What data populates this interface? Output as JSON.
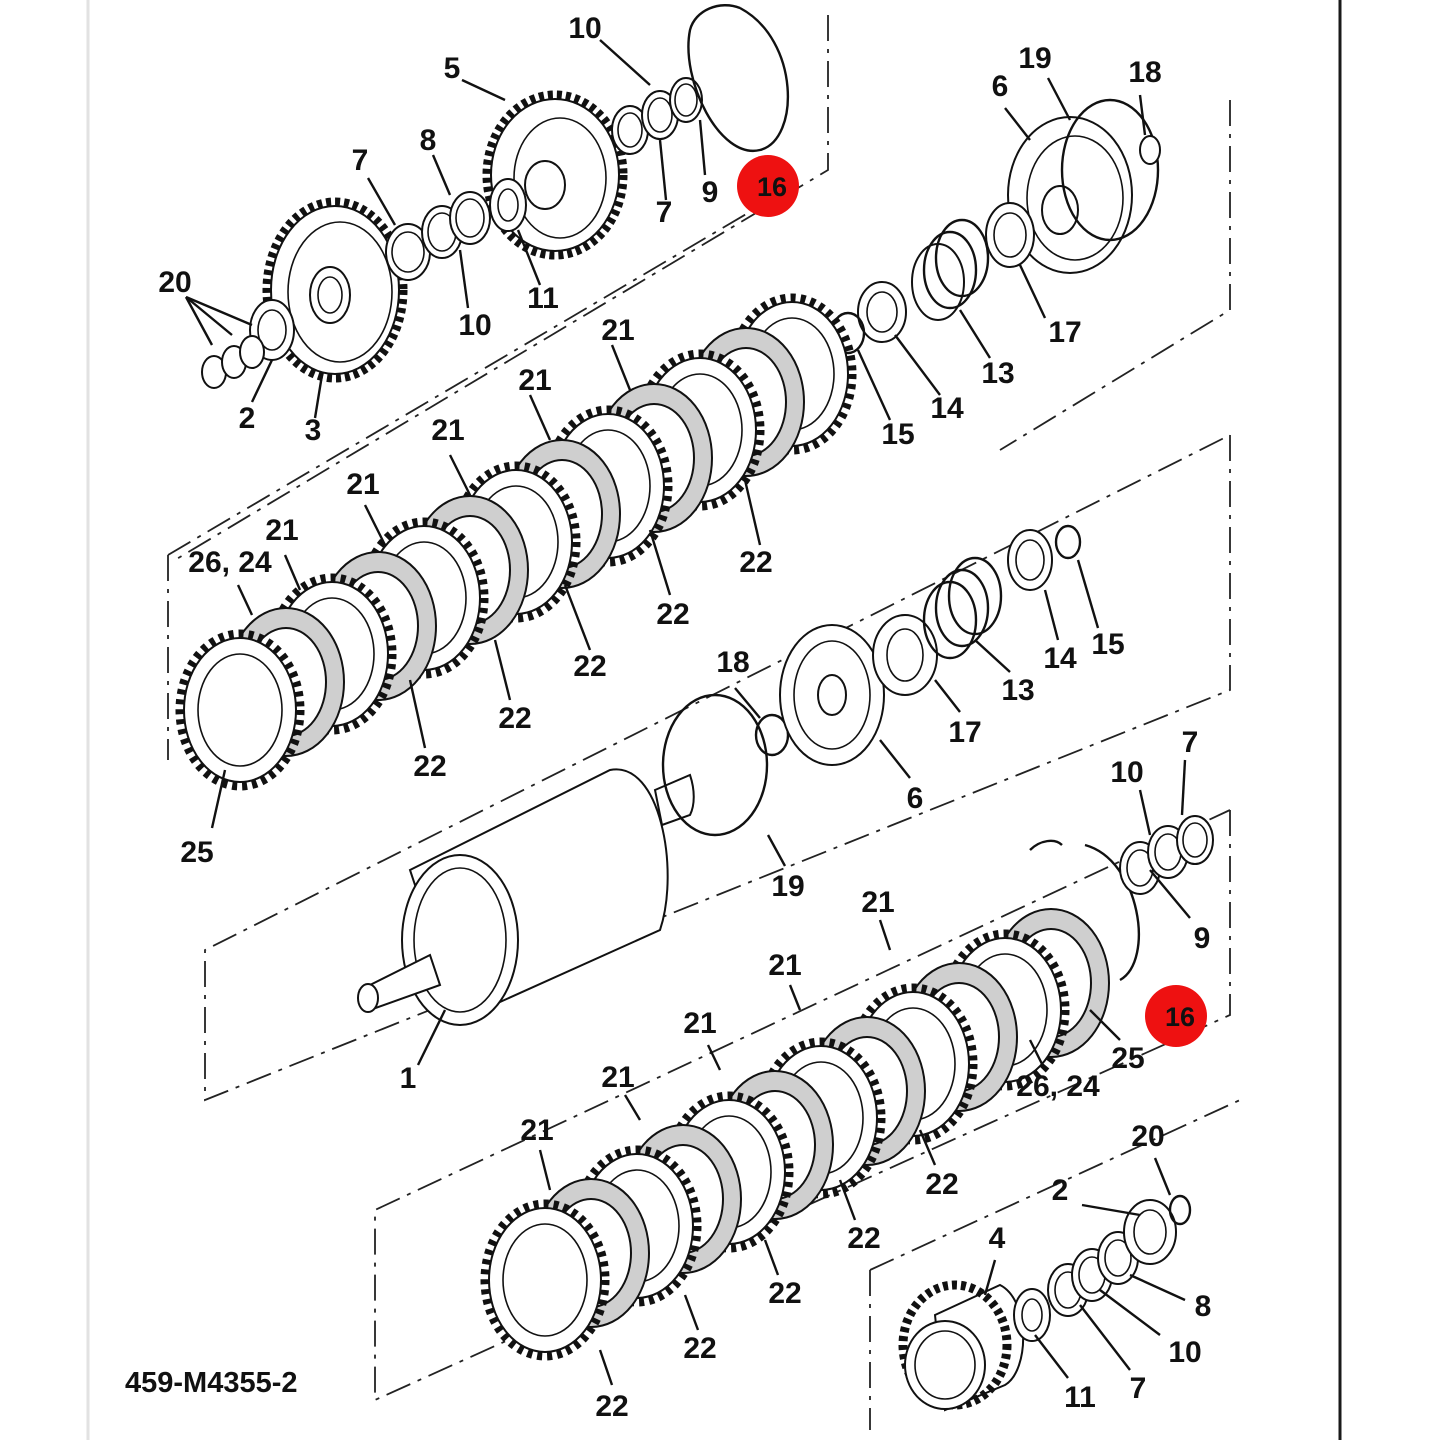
{
  "drawing": {
    "number": "459-M4355-2",
    "highlight_color": "#ee1111",
    "border_color": "#1a1a1a"
  },
  "callouts": [
    {
      "label": "10"
    },
    {
      "label": "5"
    },
    {
      "label": "7"
    },
    {
      "label": "8"
    },
    {
      "label": "20"
    },
    {
      "label": "2"
    },
    {
      "label": "3"
    },
    {
      "label": "10"
    },
    {
      "label": "11"
    },
    {
      "label": "7"
    },
    {
      "label": "9"
    },
    {
      "label": "19"
    },
    {
      "label": "18"
    },
    {
      "label": "6"
    },
    {
      "label": "17"
    },
    {
      "label": "13"
    },
    {
      "label": "14"
    },
    {
      "label": "15"
    },
    {
      "label": "21"
    },
    {
      "label": "21"
    },
    {
      "label": "21"
    },
    {
      "label": "21"
    },
    {
      "label": "21"
    },
    {
      "label": "26, 24"
    },
    {
      "label": "22"
    },
    {
      "label": "22"
    },
    {
      "label": "22"
    },
    {
      "label": "22"
    },
    {
      "label": "22"
    },
    {
      "label": "25"
    },
    {
      "label": "18"
    },
    {
      "label": "6"
    },
    {
      "label": "17"
    },
    {
      "label": "13"
    },
    {
      "label": "14"
    },
    {
      "label": "15"
    },
    {
      "label": "19"
    },
    {
      "label": "1"
    },
    {
      "label": "7"
    },
    {
      "label": "10"
    },
    {
      "label": "9"
    },
    {
      "label": "25"
    },
    {
      "label": "26, 24"
    },
    {
      "label": "21"
    },
    {
      "label": "21"
    },
    {
      "label": "21"
    },
    {
      "label": "21"
    },
    {
      "label": "21"
    },
    {
      "label": "22"
    },
    {
      "label": "22"
    },
    {
      "label": "22"
    },
    {
      "label": "22"
    },
    {
      "label": "22"
    },
    {
      "label": "20"
    },
    {
      "label": "2"
    },
    {
      "label": "4"
    },
    {
      "label": "8"
    },
    {
      "label": "10"
    },
    {
      "label": "11"
    },
    {
      "label": "7"
    }
  ],
  "highlighted": [
    {
      "label": "16"
    },
    {
      "label": "16"
    }
  ]
}
